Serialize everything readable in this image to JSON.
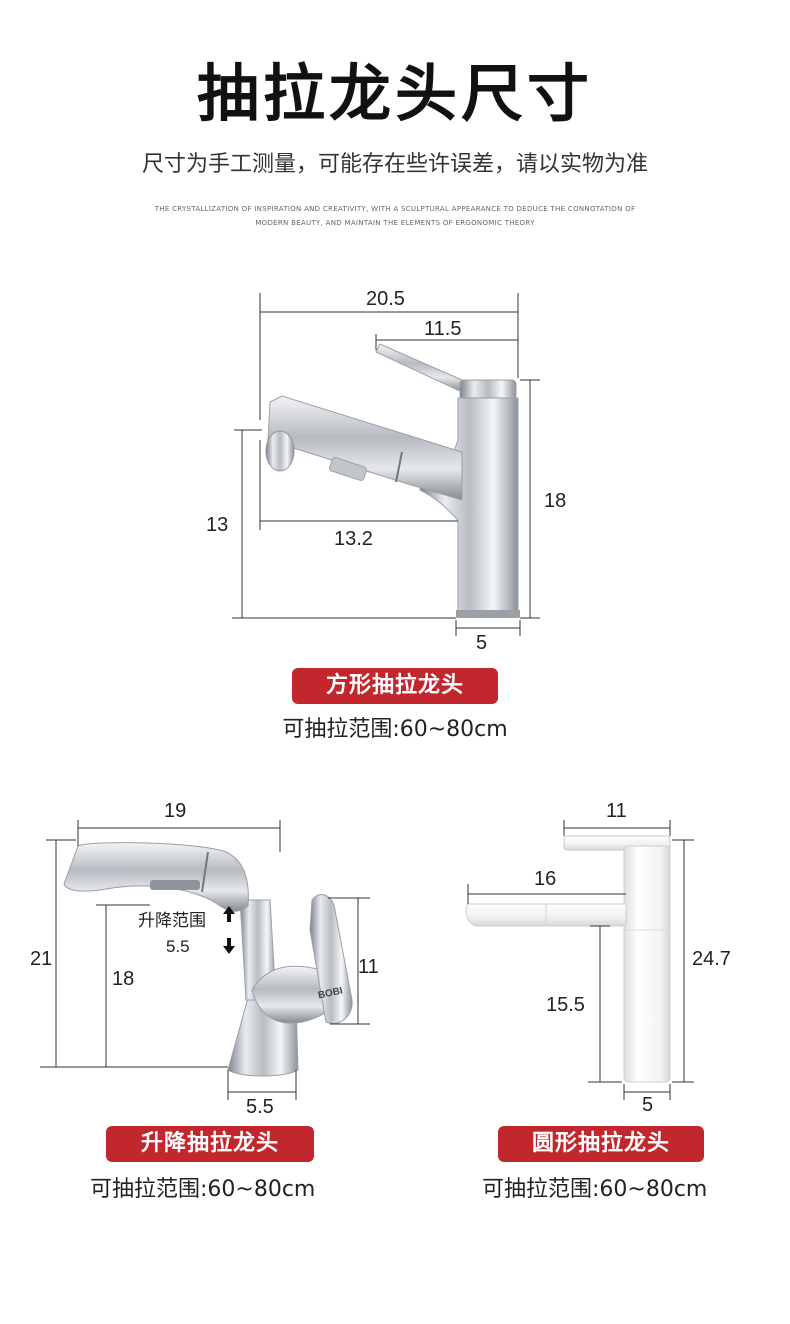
{
  "header": {
    "title": "抽拉龙头尺寸",
    "subtitle": "尺寸为手工测量，可能存在些许误差，请以实物为准",
    "tagline_line1": "THE CRYSTALLIZATION OF INSPIRATION AND CREATIVITY, WITH A SCULPTURAL APPEARANCE TO DEDUCE THE CONNOTATION OF",
    "tagline_line2": "MODERN BEAUTY, AND MAINTAIN THE ELEMENTS OF ERGONOMIC THEORY"
  },
  "square_faucet": {
    "name": "方形抽拉龙头",
    "range": "可抽拉范围:60~80cm",
    "dims": {
      "total_width": "20.5",
      "handle_width": "11.5",
      "body_height": "18",
      "spout_height": "13",
      "spout_reach": "13.2",
      "base": "5"
    }
  },
  "lift_faucet": {
    "name": "升降抽拉龙头",
    "range": "可抽拉范围:60~80cm",
    "lift_label": "升降范围",
    "lift_value": "5.5",
    "brand": "BOBI",
    "dims": {
      "width": "19",
      "total_height": "21",
      "spout_height": "18",
      "handle_height": "11",
      "base": "5.5"
    }
  },
  "round_faucet": {
    "name": "圆形抽拉龙头",
    "range": "可抽拉范围:60~80cm",
    "dims": {
      "handle_width": "11",
      "spout_reach": "16",
      "total_height": "24.7",
      "spout_height": "15.5",
      "base": "5"
    }
  },
  "colors": {
    "badge": "#c1272d",
    "chrome_dark": "#8a8f96",
    "chrome_light": "#eef0f2",
    "white_body": "#f7f7f7"
  }
}
